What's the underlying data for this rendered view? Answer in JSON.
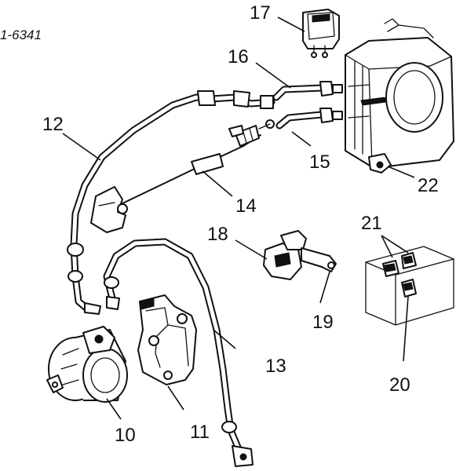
{
  "diagram": {
    "reference": "1-6341",
    "labels": {
      "p10": "10",
      "p11": "11",
      "p12": "12",
      "p13": "13",
      "p14": "14",
      "p15": "15",
      "p16": "16",
      "p17": "17",
      "p18": "18",
      "p19": "19",
      "p20": "20",
      "p21": "21",
      "p22": "22"
    }
  }
}
